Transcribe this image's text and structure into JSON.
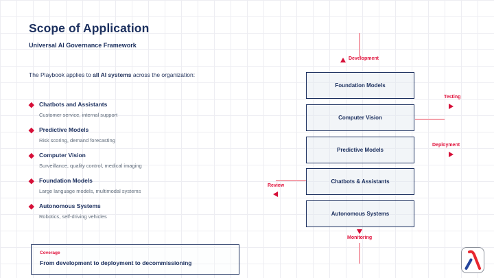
{
  "slide": {
    "title": "Scope of Application",
    "subtitle": "Universal AI Governance Framework",
    "intro": {
      "prefix": "The Playbook applies to ",
      "bold": "all AI systems",
      "suffix": " across the organization:"
    }
  },
  "systems_list": {
    "items": [
      {
        "title": "Chatbots and Assistants",
        "description": "Customer service, internal support"
      },
      {
        "title": "Predictive Models",
        "description": "Risk scoring, demand forecasting"
      },
      {
        "title": "Computer Vision",
        "description": "Surveillance, quality control, medical imaging"
      },
      {
        "title": "Foundation Models",
        "description": "Large language models, multimodal systems"
      },
      {
        "title": "Autonomous Systems",
        "description": "Robotics, self-driving vehicles"
      }
    ]
  },
  "diagram": {
    "boxes": [
      {
        "label": "Foundation Models"
      },
      {
        "label": "Computer Vision"
      },
      {
        "label": "Predictive Models"
      },
      {
        "label": "Chatbots & Assistants"
      },
      {
        "label": "Autonomous Systems"
      }
    ],
    "lifecycle": {
      "development": "Development",
      "testing": "Testing",
      "deployment": "Deployment",
      "review": "Review",
      "monitoring": "Monitoring"
    }
  },
  "coverage": {
    "label": "Coverage",
    "text": "From development to deployment to decommissioning"
  },
  "logo": {
    "symbol": "lambda"
  },
  "colors": {
    "navy": "#1b2f5e",
    "accent_red": "#e0103a",
    "bullet_red": "#d60f38",
    "line_pink": "#f4a2ac",
    "grid": "#ededf2",
    "box_fill": "#e2e8f0",
    "description_gray": "#5f6b7a"
  }
}
